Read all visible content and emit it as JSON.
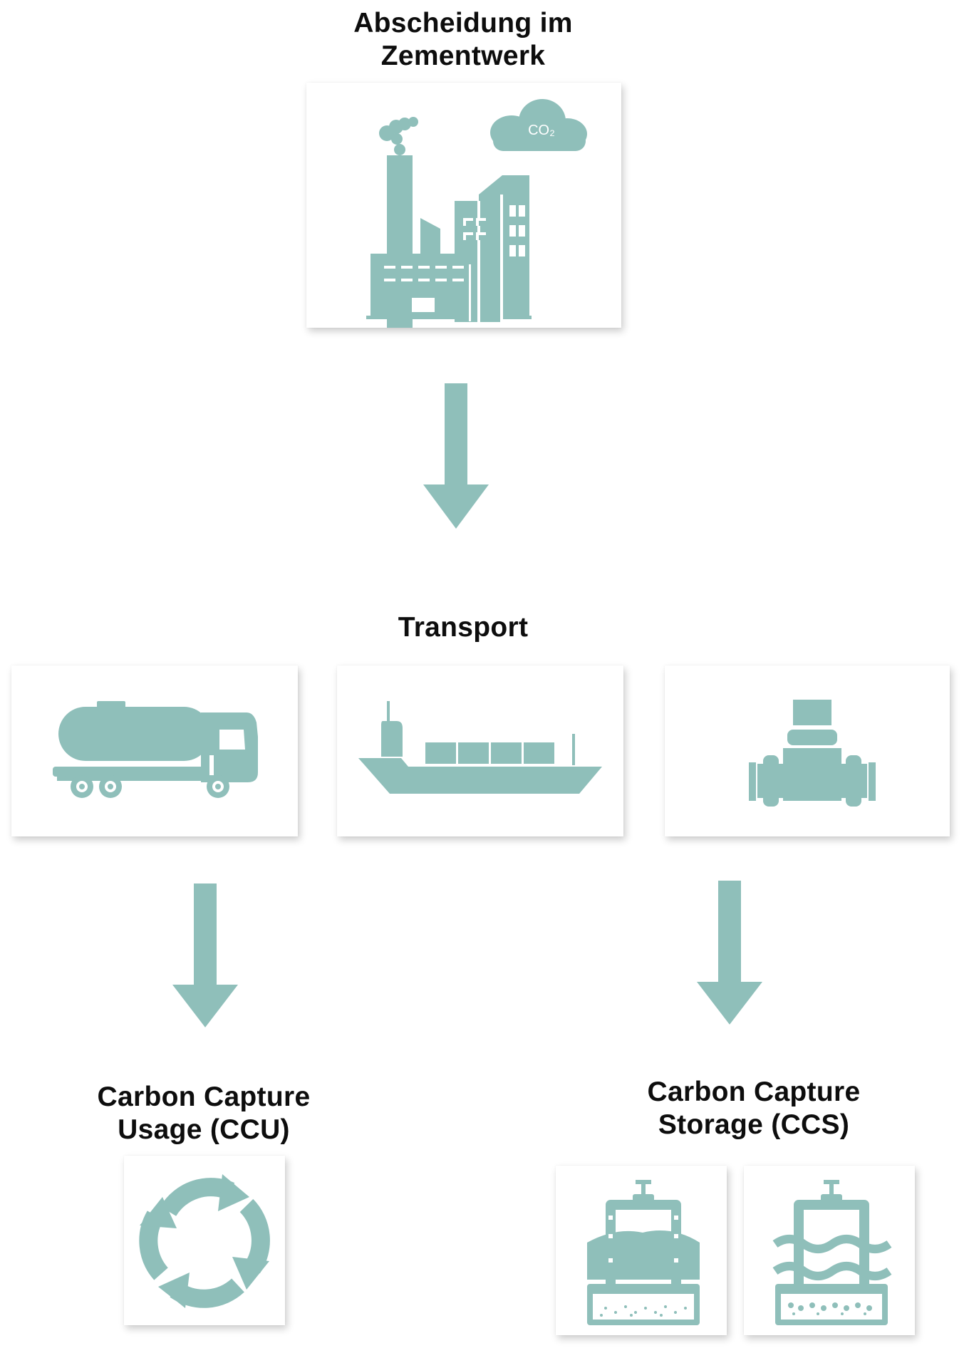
{
  "colors": {
    "icon": "#8fbfba",
    "text": "#0d0d0d",
    "card": "#ffffff"
  },
  "stages": {
    "capture": {
      "title_line1": "Abscheidung im",
      "title_line2": "Zementwerk",
      "icon": "cement-factory-icon",
      "badge": "CO₂"
    },
    "transport": {
      "title": "Transport",
      "icons": [
        "tanker-truck-icon",
        "cargo-ship-icon",
        "pipeline-icon"
      ]
    },
    "ccu": {
      "title_line1": "Carbon Capture",
      "title_line2": "Usage (CCU)",
      "icon": "recycle-icon"
    },
    "ccs": {
      "title_line1": "Carbon Capture",
      "title_line2": "Storage (CCS)",
      "icons": [
        "underground-storage-icon",
        "aquifer-storage-icon"
      ]
    }
  }
}
